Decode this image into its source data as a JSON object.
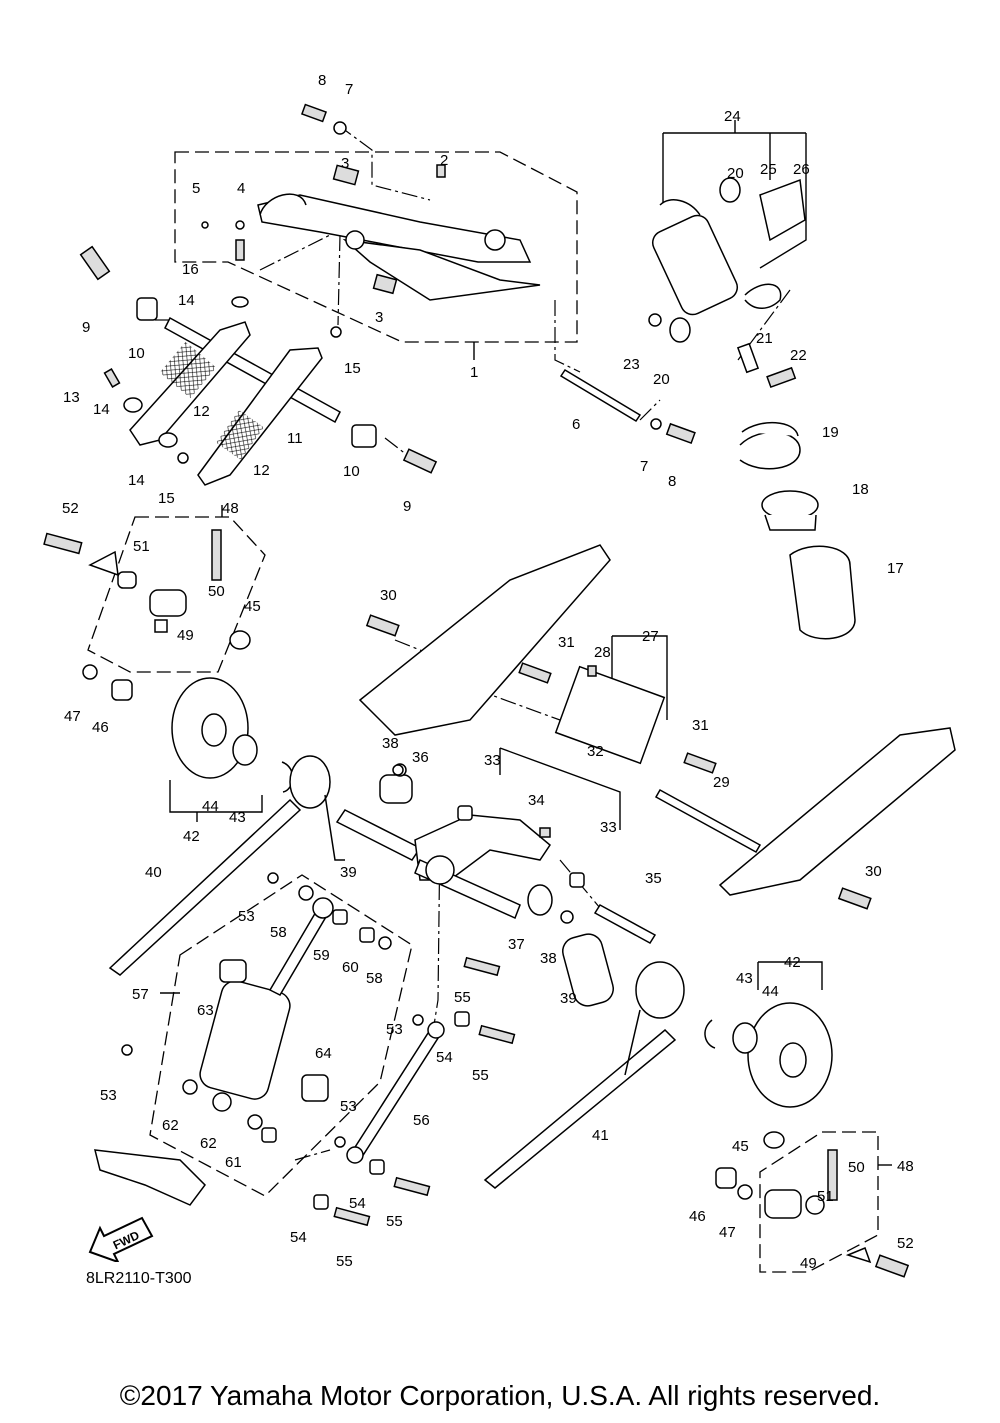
{
  "diagram_code": "8LR2110-T300",
  "copyright": "©2017 Yamaha Motor Corporation, U.S.A. All rights reserved.",
  "fwd_label": "FWD",
  "callouts": [
    "1",
    "2",
    "3",
    "3",
    "4",
    "5",
    "6",
    "7",
    "7",
    "8",
    "8",
    "9",
    "9",
    "10",
    "10",
    "11",
    "12",
    "12",
    "13",
    "14",
    "14",
    "14",
    "15",
    "15",
    "16",
    "17",
    "18",
    "19",
    "20",
    "20",
    "21",
    "22",
    "23",
    "24",
    "25",
    "26",
    "27",
    "28",
    "29",
    "30",
    "30",
    "31",
    "31",
    "32",
    "33",
    "33",
    "34",
    "35",
    "36",
    "37",
    "38",
    "38",
    "39",
    "39",
    "40",
    "41",
    "42",
    "42",
    "43",
    "43",
    "44",
    "44",
    "45",
    "45",
    "46",
    "46",
    "47",
    "47",
    "48",
    "48",
    "49",
    "49",
    "50",
    "50",
    "51",
    "51",
    "52",
    "52",
    "53",
    "53",
    "53",
    "53",
    "54",
    "54",
    "54",
    "55",
    "55",
    "55",
    "55",
    "56",
    "57",
    "58",
    "58",
    "59",
    "60",
    "61",
    "62",
    "62",
    "63",
    "64"
  ]
}
